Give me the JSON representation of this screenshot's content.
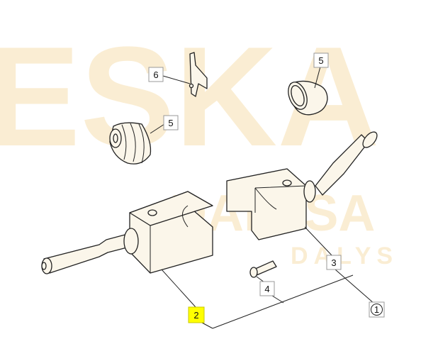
{
  "watermark": {
    "large": "ESKA",
    "middle": "DALYSA",
    "small": "DALYS"
  },
  "highlight_color": "#ffff00",
  "watermark_color": "#f5d9a0",
  "callouts": [
    {
      "id": "1",
      "label": "1",
      "style": "circled"
    },
    {
      "id": "2",
      "label": "2",
      "style": "highlighted"
    },
    {
      "id": "3",
      "label": "3"
    },
    {
      "id": "4",
      "label": "4"
    },
    {
      "id": "5a",
      "label": "5"
    },
    {
      "id": "5b",
      "label": "5"
    },
    {
      "id": "6",
      "label": "6"
    }
  ]
}
